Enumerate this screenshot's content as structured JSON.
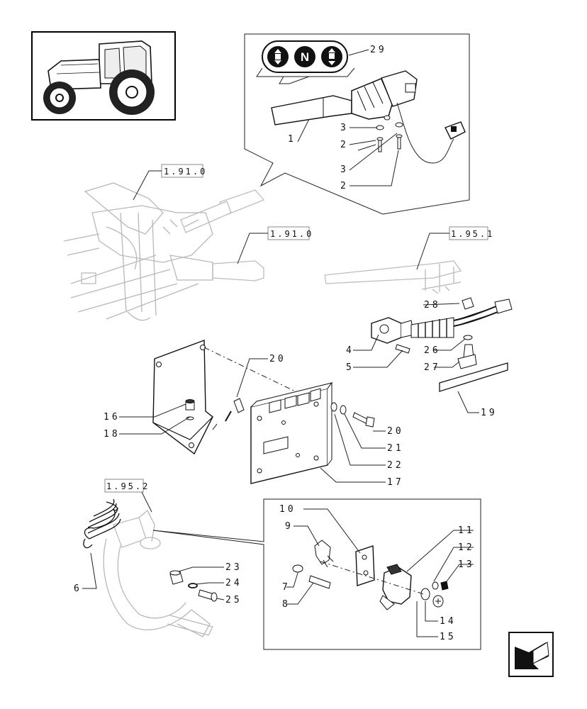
{
  "diagram": {
    "callouts": [
      "1",
      "2",
      "3",
      "4",
      "5",
      "6",
      "7",
      "8",
      "9",
      "10",
      "11",
      "12",
      "13",
      "14",
      "15",
      "16",
      "17",
      "18",
      "19",
      "20",
      "21",
      "22",
      "23",
      "24",
      "25",
      "26",
      "27",
      "28",
      "29"
    ],
    "reference_labels": [
      "1.91.0",
      "1.91.0",
      "1.95.1",
      "1.95.2"
    ],
    "symbol_letter": "N",
    "icons": [
      "tractor-thumbnail-icon",
      "forward-symbol-icon",
      "neutral-symbol-icon",
      "reverse-symbol-icon",
      "next-page-arrow-icon"
    ]
  }
}
